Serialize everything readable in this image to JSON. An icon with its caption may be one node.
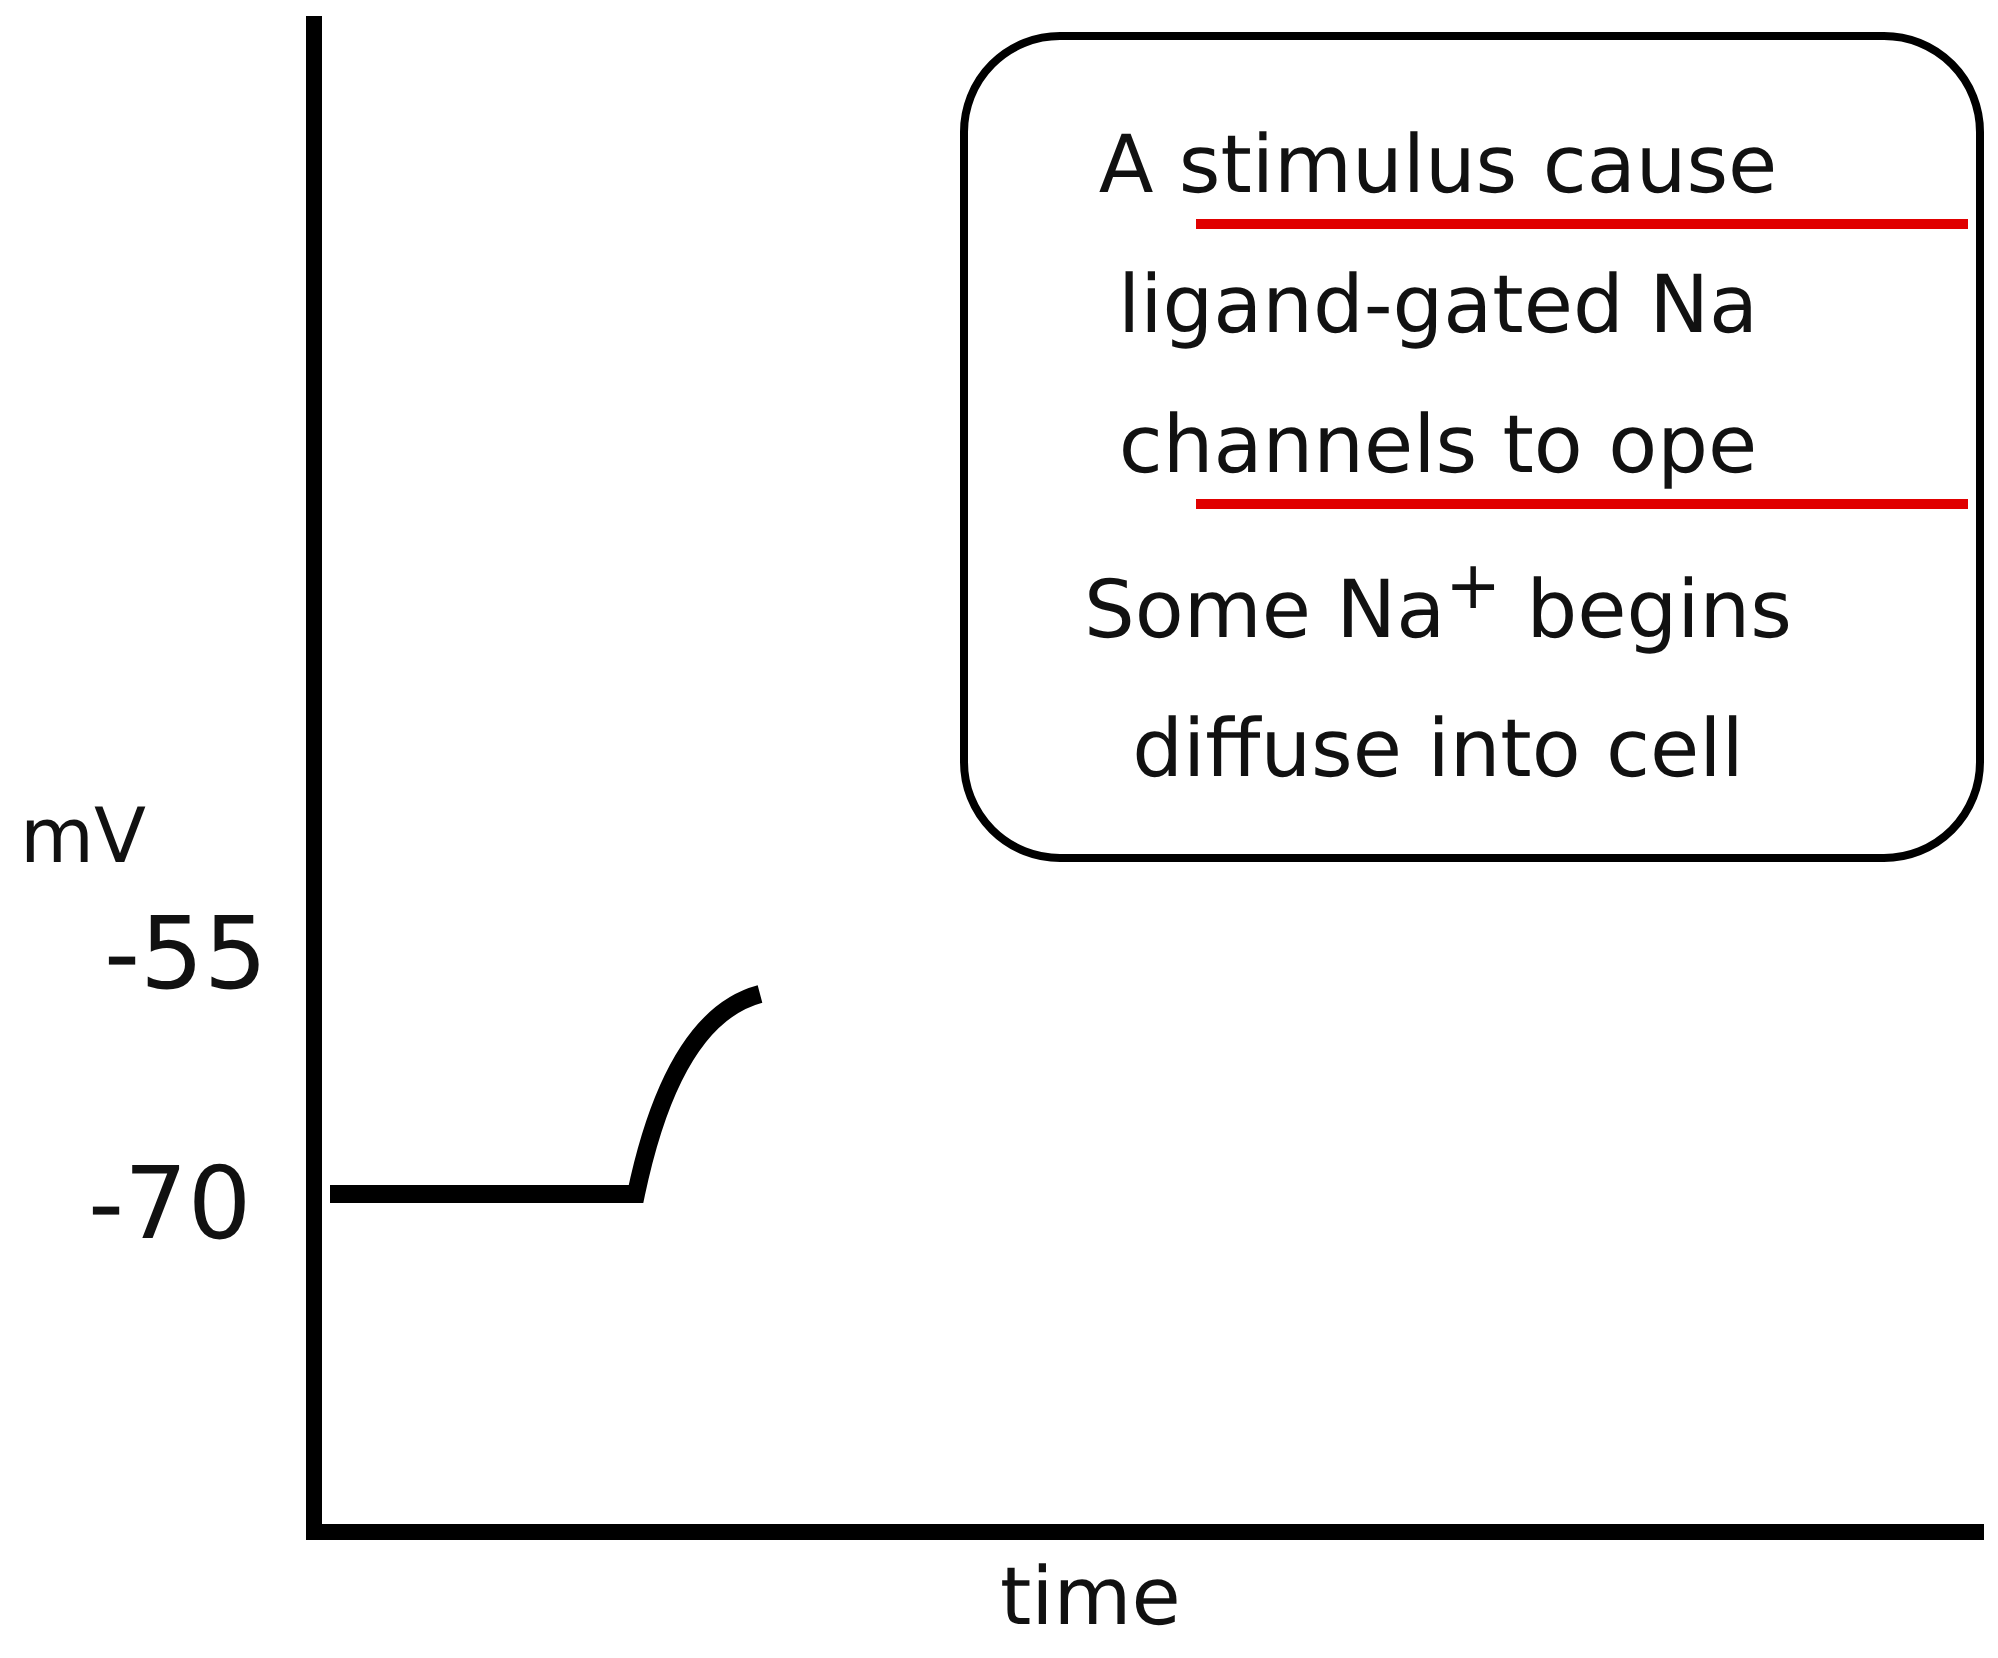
{
  "diagram": {
    "nodes": [
      {
        "text": [
          "A stimulus cause ligand-gated Na channels to ope Some Na$^{+}$ begins diffuse into cell"
        ]
      }
    ],
    "edges": [],
    "labels": [
      "mV",
      "-55",
      "-70",
      "time"
    ]
  }
}
